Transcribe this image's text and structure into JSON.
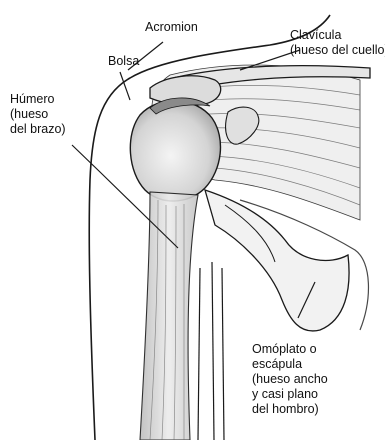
{
  "labels": {
    "acromion": "Acromion",
    "bolsa": "Bolsa",
    "clavicula": [
      "Clavícula",
      "(hueso del cuello)"
    ],
    "humero": [
      "Húmero",
      "(hueso",
      "del brazo)"
    ],
    "omoplato": [
      "Omóplato o",
      "escápula",
      "(hueso ancho",
      "y casi plano",
      "del hombro)"
    ]
  },
  "colors": {
    "ink": "#1a1a1a",
    "bone_shade": "#c9c9c9",
    "muscle_fill": "#efefef"
  },
  "icons": {
    "diagram": "shoulder-anatomy-illustration"
  }
}
